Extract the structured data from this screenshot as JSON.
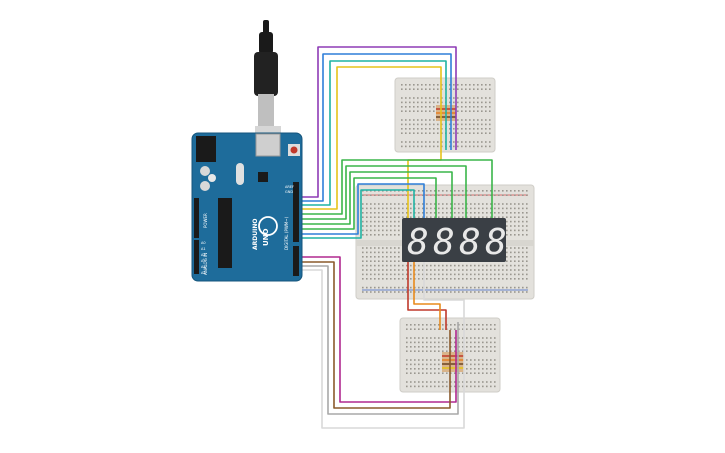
{
  "arduino": {
    "brand": "ARDUINO",
    "model": "UNO",
    "header_aref": "AREF",
    "header_gnd": "GND",
    "digital_label": "DIGITAL (PWM~)",
    "analog_label": "ANALOG IN",
    "power_label": "POWER",
    "pins_analog": [
      "A0",
      "A1",
      "A2",
      "A3",
      "A4",
      "A5"
    ]
  },
  "display": {
    "digits": [
      "8",
      "8",
      "8",
      "8"
    ],
    "type": "4-digit 7-segment"
  },
  "wire_colors": {
    "purple": "#8e3bb5",
    "blue": "#2f7fd9",
    "teal": "#1fb3a3",
    "yellow": "#e6c31a",
    "green": "#3ab54a",
    "orange": "#e88a1c",
    "magenta": "#b0288f",
    "brown": "#8a5a2b",
    "gray": "#a8a8a8",
    "white": "#d9d9d9"
  },
  "colors": {
    "arduino_blue": "#1e6c9b",
    "breadboard": "#e3e1dc",
    "display_body": "#3a3f45",
    "cable": "#1a1a1a"
  }
}
